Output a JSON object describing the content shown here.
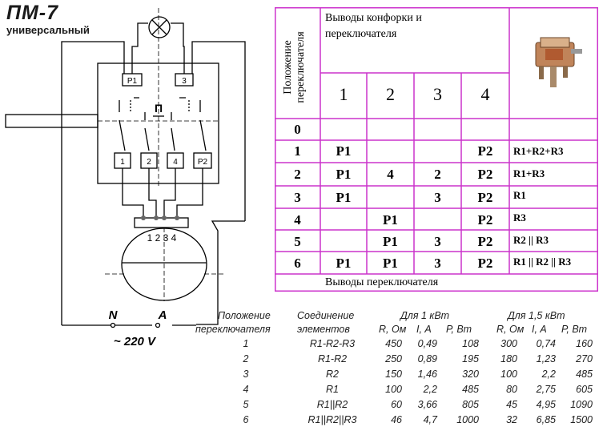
{
  "title": "ПМ-7",
  "subtitle": "универсальный",
  "diagram": {
    "terminal_top": [
      "Р1",
      "3"
    ],
    "switch_label": "П",
    "terminal_bottom": [
      "1",
      "2",
      "4",
      "Р2"
    ],
    "burner_terminals": "1 2 3 4",
    "supply_n": "N",
    "supply_a": "A",
    "supply_voltage": "~ 220 V",
    "switch_icon": "rotary-switch-photo"
  },
  "table": {
    "col_header_rot": "Положение переключателя",
    "header_top": "Выводы конфорки и переключателя",
    "columns": [
      "1",
      "2",
      "3",
      "4"
    ],
    "footer": "Выводы переключателя",
    "accent": "#cc33cc",
    "rows": [
      {
        "pos": "0",
        "c1": "",
        "c2": "",
        "c3": "",
        "c4": "",
        "formula": ""
      },
      {
        "pos": "1",
        "c1": "Р1",
        "c2": "",
        "c3": "",
        "c4": "Р2",
        "formula": "R1+R2+R3"
      },
      {
        "pos": "2",
        "c1": "Р1",
        "c2": "4",
        "c3": "2",
        "c4": "Р2",
        "formula": "R1+R3"
      },
      {
        "pos": "3",
        "c1": "Р1",
        "c2": "",
        "c3": "3",
        "c4": "Р2",
        "formula": "R1"
      },
      {
        "pos": "4",
        "c1": "",
        "c2": "Р1",
        "c3": "",
        "c4": "Р2",
        "formula": "R3"
      },
      {
        "pos": "5",
        "c1": "",
        "c2": "Р1",
        "c3": "3",
        "c4": "Р2",
        "formula": "R2 || R3"
      },
      {
        "pos": "6",
        "c1": "Р1",
        "c2": "Р1",
        "c3": "3",
        "c4": "Р2",
        "formula": "R1 || R2 || R3"
      }
    ]
  },
  "specs": {
    "h_pos_1": "Положение",
    "h_pos_2": "переключателя",
    "h_conn_1": "Соединение",
    "h_conn_2": "элементов",
    "h_1kw": "Для 1 кВт",
    "h_15kw": "Для 1,5 кВт",
    "sub_r": "R, Ом",
    "sub_i": "I, А",
    "sub_p": "Р, Вт",
    "rows": [
      {
        "pos": "1",
        "conn": "R1-R2-R3",
        "r1": "450",
        "i1": "0,49",
        "p1": "108",
        "r2": "300",
        "i2": "0,74",
        "p2": "160"
      },
      {
        "pos": "2",
        "conn": "R1-R2",
        "r1": "250",
        "i1": "0,89",
        "p1": "195",
        "r2": "180",
        "i2": "1,23",
        "p2": "270"
      },
      {
        "pos": "3",
        "conn": "R2",
        "r1": "150",
        "i1": "1,46",
        "p1": "320",
        "r2": "100",
        "i2": "2,2",
        "p2": "485"
      },
      {
        "pos": "4",
        "conn": "R1",
        "r1": "100",
        "i1": "2,2",
        "p1": "485",
        "r2": "80",
        "i2": "2,75",
        "p2": "605"
      },
      {
        "pos": "5",
        "conn": "R1||R2",
        "r1": "60",
        "i1": "3,66",
        "p1": "805",
        "r2": "45",
        "i2": "4,95",
        "p2": "1090"
      },
      {
        "pos": "6",
        "conn": "R1||R2||R3",
        "r1": "46",
        "i1": "4,7",
        "p1": "1000",
        "r2": "32",
        "i2": "6,85",
        "p2": "1500"
      }
    ]
  }
}
